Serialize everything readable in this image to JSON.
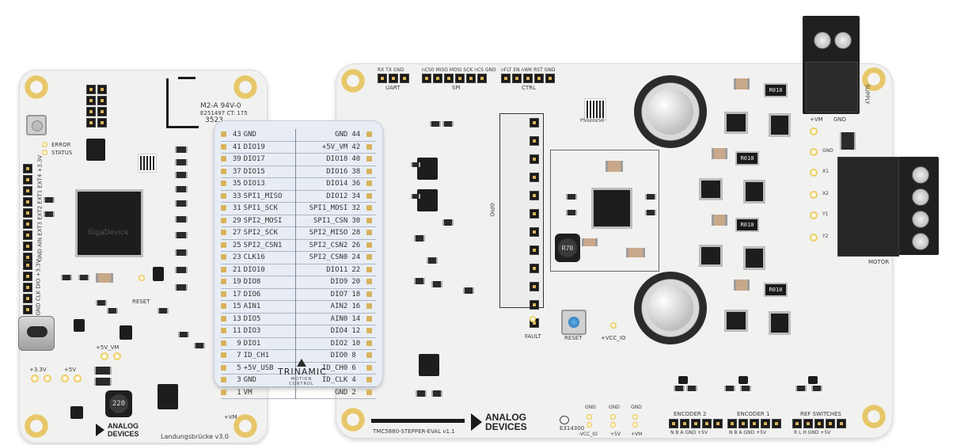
{
  "left_board": {
    "brand": [
      "ANALOG",
      "DEVICES"
    ],
    "name": "Landungsbrücke v3.0",
    "labels": {
      "error": "ERROR",
      "status": "STATUS",
      "reset": "RESET",
      "plus_5v_vm": "+5V_VM",
      "plus_3v3": "+3.3V",
      "plus_5v": "+5V",
      "plus_vm": "+VM",
      "inductor": "220",
      "marking_1": "M2-A 94V-0",
      "marking_2": "E251497 CT: 175",
      "marking_3": "3523",
      "left_edge": "GND AIN EXT3 EXT2 EXT1 EXT4 +3.3V",
      "left_edge_2": "GND CLK DIO +3.3V",
      "mcu": "GigaDevice"
    }
  },
  "interposer": {
    "brand": "TRINAMIC",
    "tagline": "MOTION CONTROL",
    "pins": [
      {
        "ln": "43",
        "l": "GND",
        "r": "GND",
        "rn": "44"
      },
      {
        "ln": "41",
        "l": "DIO19",
        "r": "+5V_VM",
        "rn": "42"
      },
      {
        "ln": "39",
        "l": "DIO17",
        "r": "DIO18",
        "rn": "40"
      },
      {
        "ln": "37",
        "l": "DIO15",
        "r": "DIO16",
        "rn": "38"
      },
      {
        "ln": "35",
        "l": "DIO13",
        "r": "DIO14",
        "rn": "36"
      },
      {
        "ln": "33",
        "l": "SPI1_MISO",
        "r": "DIO12",
        "rn": "34"
      },
      {
        "ln": "31",
        "l": "SPI1_SCK",
        "r": "SPI1_MOSI",
        "rn": "32"
      },
      {
        "ln": "29",
        "l": "SPI2_MOSI",
        "r": "SPI1_CSN",
        "rn": "30"
      },
      {
        "ln": "27",
        "l": "SPI2_SCK",
        "r": "SPI2_MISO",
        "rn": "28"
      },
      {
        "ln": "25",
        "l": "SPI2_CSN1",
        "r": "SPI2_CSN2",
        "rn": "26"
      },
      {
        "ln": "23",
        "l": "CLK16",
        "r": "SPI2_CSN0",
        "rn": "24"
      },
      {
        "ln": "21",
        "l": "DIO10",
        "r": "DIO11",
        "rn": "22"
      },
      {
        "ln": "19",
        "l": "DIO8",
        "r": "DIO9",
        "rn": "20"
      },
      {
        "ln": "17",
        "l": "DIO6",
        "r": "DIO7",
        "rn": "18"
      },
      {
        "ln": "15",
        "l": "AIN1",
        "r": "AIN2",
        "rn": "16"
      },
      {
        "ln": "13",
        "l": "DIO5",
        "r": "AIN0",
        "rn": "14"
      },
      {
        "ln": "11",
        "l": "DIO3",
        "r": "DIO4",
        "rn": "12"
      },
      {
        "ln": "9",
        "l": "DIO1",
        "r": "DIO2",
        "rn": "10"
      },
      {
        "ln": "7",
        "l": "ID_CH1",
        "r": "DIO0",
        "rn": "8"
      },
      {
        "ln": "5",
        "l": "+5V_USB",
        "r": "ID_CH0",
        "rn": "6"
      },
      {
        "ln": "3",
        "l": "GND",
        "r": "ID_CLK",
        "rn": "4"
      },
      {
        "ln": "1",
        "l": "VM",
        "r": "GND",
        "rn": "2"
      }
    ]
  },
  "right_board": {
    "brand": [
      "ANALOG",
      "DEVICES"
    ],
    "name": "TMC5880-STEPPER-EVAL v1.1",
    "headers": {
      "uart": "UART",
      "uart_pins": "RX TX GND",
      "spi": "SPI",
      "spi_pins": "nCS0 MISO MOSI SCK nCS GND",
      "ctrl": "CTRL",
      "ctrl_pins": "nFLT EN nWK RST GND",
      "gpio": "GPIO"
    },
    "labels": {
      "fault": "FAULT",
      "reset": "RESET",
      "vcc_io": "+VCC_IO",
      "supply": "SUPPLY",
      "motor": "MOTOR",
      "encoder2": "ENCODER 2",
      "encoder1": "ENCODER 1",
      "ref_switches": "REF SWITCHES",
      "enc2_pins": "N B A GND +5V",
      "enc1_pins": "N B A GND +5V",
      "ref_pins": "R L H GND +5V",
      "gnd": "GND",
      "plus_5v": "+5V",
      "plus_vm": "+VM",
      "minus_vcc_io": "-VCC_IO",
      "motor_pins": [
        "+VM",
        "GND",
        "X1",
        "X2",
        "Y1",
        "Y2"
      ],
      "cert": "E314300",
      "qr_code": "P5020250",
      "r010": "R010",
      "inductor": "R70"
    }
  }
}
